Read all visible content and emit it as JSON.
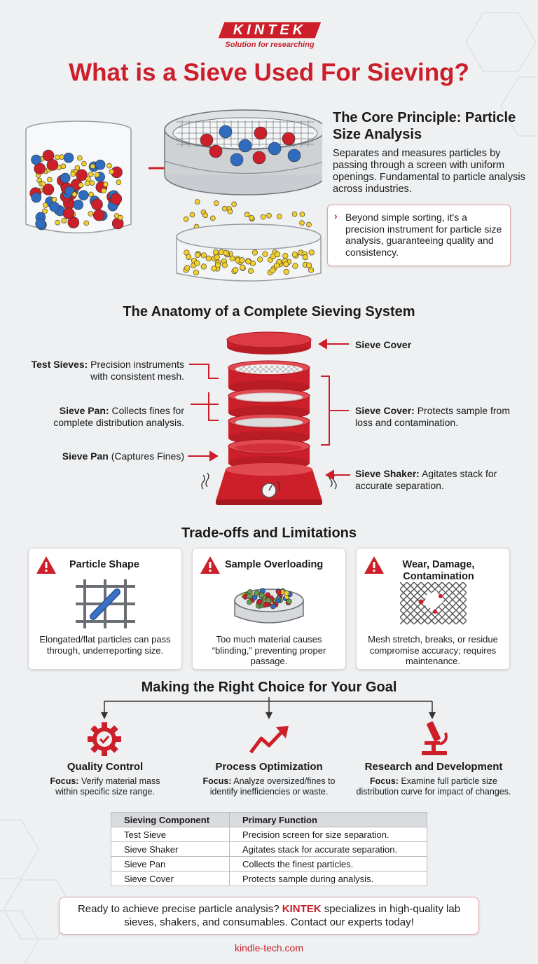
{
  "header": {
    "logo": "KINTEK",
    "tagline": "Solution for researching",
    "title": "What is a Sieve Used For Sieving?"
  },
  "core": {
    "title": "The Core Principle: Particle Size Analysis",
    "description": "Separates and measures particles by passing through a screen with uniform openings. Fundamental to particle analysis across industries.",
    "callout": "Beyond simple sorting, it's a precision instrument for particle size analysis, guaranteeing quality and consistency."
  },
  "anatomy": {
    "title": "The Anatomy of a Complete Sieving System",
    "labels": {
      "cover_top": "Sieve Cover",
      "test_sieves_term": "Test Sieves:",
      "test_sieves_desc": "Precision instruments with consistent mesh.",
      "sieve_pan_term": "Sieve Pan:",
      "sieve_pan_desc": "Collects fines for complete distribution analysis.",
      "sieve_cover_term": "Sieve Cover:",
      "sieve_cover_desc": "Protects sample from loss and contamination.",
      "pan_bottom_term": "Sieve Pan",
      "pan_bottom_desc": "(Captures Fines)",
      "shaker_term": "Sieve Shaker:",
      "shaker_desc": "Agitates stack for accurate separation."
    }
  },
  "tradeoffs": {
    "title": "Trade-offs and Limitations",
    "cards": [
      {
        "title": "Particle Shape",
        "desc": "Elongated/flat particles can pass through, underreporting size.",
        "icon": "warning-icon"
      },
      {
        "title": "Sample Overloading",
        "desc": "Too much material causes “blinding,” preventing proper passage.",
        "icon": "warning-icon"
      },
      {
        "title": "Wear, Damage, Contamination",
        "desc": "Mesh stretch, breaks, or residue compromise accuracy; requires maintenance.",
        "icon": "warning-icon"
      }
    ]
  },
  "goals": {
    "title": "Making the Right Choice for Your Goal",
    "items": [
      {
        "title": "Quality Control",
        "focus": "Focus:",
        "desc": "Verify material mass within specific size range.",
        "icon": "gear-check-icon"
      },
      {
        "title": "Process Optimization",
        "focus": "Focus:",
        "desc": "Analyze oversized/fines to identify inefficiencies or waste.",
        "icon": "trend-up-icon"
      },
      {
        "title": "Research and Development",
        "focus": "Focus:",
        "desc": "Examine full particle size distribution curve for impact of changes.",
        "icon": "microscope-icon"
      }
    ]
  },
  "table": {
    "headers": [
      "Sieving Component",
      "Primary Function"
    ],
    "rows": [
      [
        "Test Sieve",
        "Precision screen for size separation."
      ],
      [
        "Sieve Shaker",
        "Agitates stack for accurate separation."
      ],
      [
        "Sieve Pan",
        "Collects the finest particles."
      ],
      [
        "Sieve Cover",
        "Protects sample during analysis."
      ]
    ]
  },
  "footer": {
    "cta_prefix": "Ready to achieve precise particle analysis?",
    "cta_brand": "KINTEK",
    "cta_suffix": "specializes in high-quality lab sieves, shakers, and consumables. Contact our experts today!",
    "site": "kindle-tech.com"
  },
  "colors": {
    "accent": "#cc1f2a",
    "blue": "#2f6cc0",
    "yellow": "#f2cf2c",
    "background": "#eef0f2"
  }
}
